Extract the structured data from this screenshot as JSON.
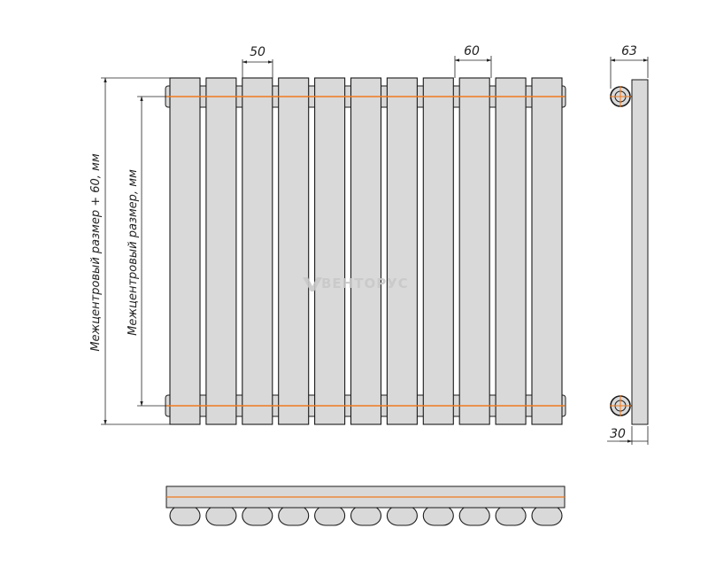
{
  "colors": {
    "section_fill": "#d9d9d9",
    "outline": "#1a1a1a",
    "pipe_axis": "#f07a1e",
    "watermark": "#c9c9c9"
  },
  "front_view": {
    "section_count": 11,
    "dim_section_width": "50",
    "dim_section_pitch": "60",
    "dim_overall_height": "Межцентровый размер + 60, мм",
    "dim_center_distance": "Межцентровый размер, мм"
  },
  "side_view": {
    "dim_depth": "63",
    "dim_offset": "30"
  },
  "top_view": {
    "tube_count": 11
  },
  "watermark": {
    "text": "ВЕНТОРУС",
    "logo_icon": "v-logo-icon"
  }
}
